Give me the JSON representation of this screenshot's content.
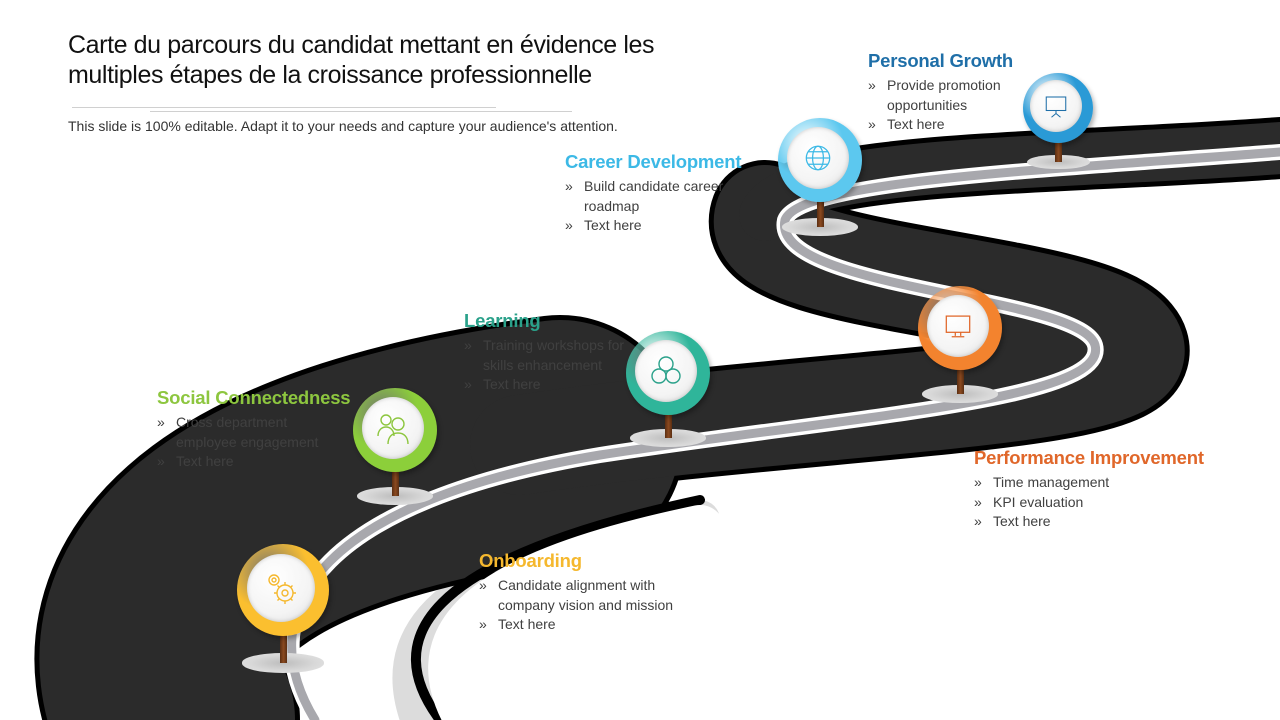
{
  "header": {
    "title": "Carte du parcours du candidat mettant en évidence les multiples étapes de la croissance professionnelle",
    "subtitle": "This slide is 100% editable. Adapt it to your needs and capture your audience's attention."
  },
  "stages": [
    {
      "heading": "Onboarding",
      "color": "#f5b82e",
      "icon": "gears-icon",
      "bullets": [
        "Candidate alignment with company vision and mission",
        "Text here"
      ]
    },
    {
      "heading": "Social Connectedness",
      "color": "#8dc63f",
      "icon": "people-icon",
      "bullets": [
        "Cross department employee engagement",
        "Text here"
      ]
    },
    {
      "heading": "Learning",
      "color": "#2aa18a",
      "icon": "circles-icon",
      "bullets": [
        "Training workshops for skills enhancement",
        "Text here"
      ]
    },
    {
      "heading": "Career Development",
      "color": "#3cb9e6",
      "icon": "globe-icon",
      "bullets": [
        "Build candidate career roadmap",
        "Text here"
      ]
    },
    {
      "heading": "Performance Improvement",
      "color": "#e0672a",
      "icon": "monitor-icon",
      "bullets": [
        "Time management",
        "KPI evaluation",
        "Text here"
      ]
    },
    {
      "heading": "Personal Growth",
      "color": "#1f6fa8",
      "icon": "presentation-board-icon",
      "bullets": [
        "Provide promotion opportunities",
        "Text here"
      ]
    }
  ],
  "pin_colors": {
    "onboarding": "#fbbf2f",
    "social": "#8ccf3a",
    "learning": "#2fb59a",
    "career": "#5cc8ef",
    "performance": "#f3832e",
    "growth": "#2a9ad6"
  }
}
